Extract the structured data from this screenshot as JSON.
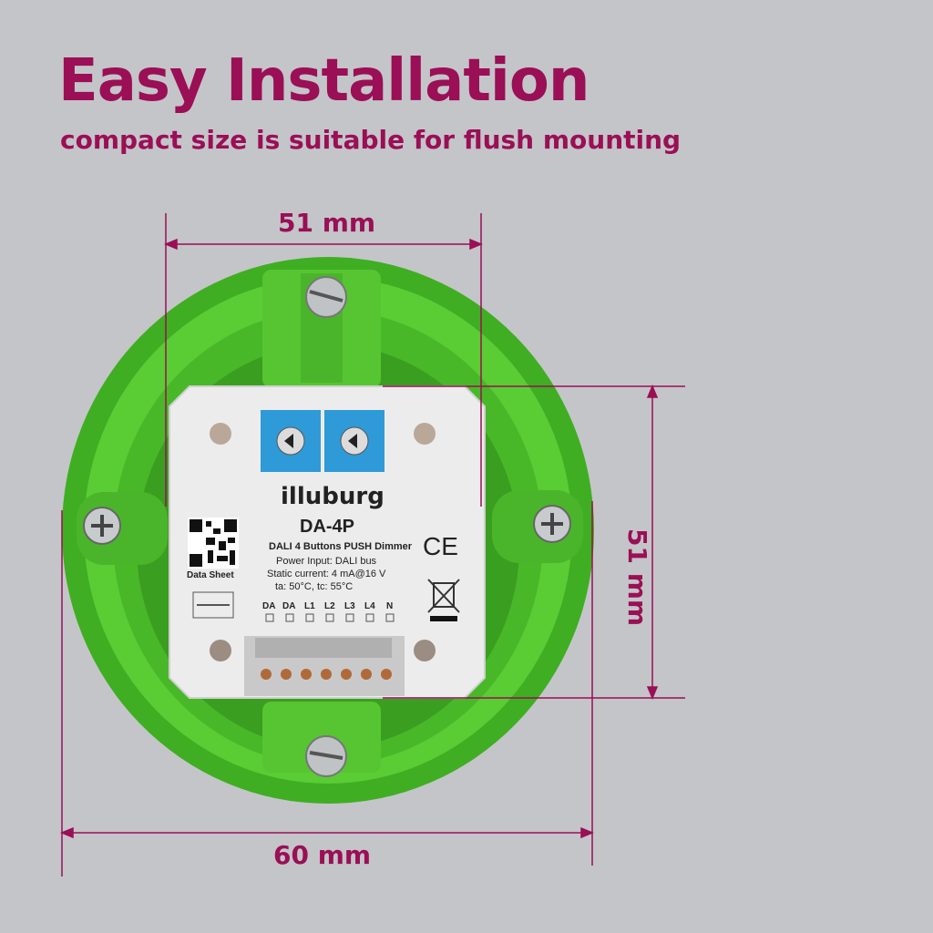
{
  "header": {
    "title": "Easy Installation",
    "subtitle": "compact size is suitable for flush mounting"
  },
  "dimensions": {
    "top": "51 mm",
    "right": "51 mm",
    "bottom": "60 mm"
  },
  "device": {
    "brand": "illuburg",
    "model": "DA-4P",
    "description": "DALI 4 Buttons PUSH Dimmer",
    "power_input": "Power Input: DALI bus",
    "static_current": "Static current: 4 mA@16 V",
    "temps": "ta: 50°C, tc: 55°C",
    "data_sheet": "Data Sheet",
    "ce_mark": "CE",
    "terminals": [
      "DA",
      "DA",
      "L1",
      "L2",
      "L3",
      "L4",
      "N"
    ]
  },
  "colors": {
    "accent": "#9a0f55",
    "box_green": "#4fc32e",
    "background": "#c4c5c9",
    "device_body": "#ececec",
    "dial_blue": "#2f9ad8"
  }
}
